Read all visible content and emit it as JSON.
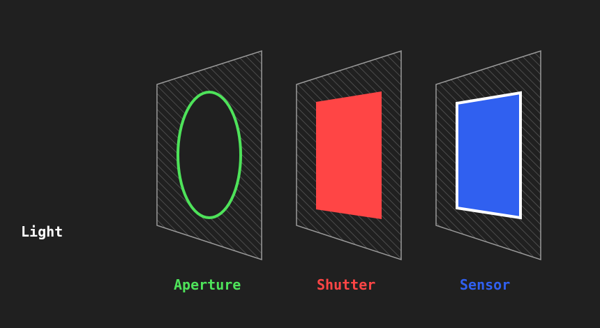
{
  "diagram": {
    "light_label": "Light",
    "stages": [
      {
        "label": "Aperture",
        "color": "#4ee35a",
        "shape": "ellipse-outline"
      },
      {
        "label": "Shutter",
        "color": "#ff4545",
        "shape": "filled-rectangle"
      },
      {
        "label": "Sensor",
        "color": "#3060f0",
        "shape": "filled-rectangle-white-border"
      }
    ],
    "panel_border_color": "#9a9a9a",
    "hatch_color": "#5a5a5a",
    "text_color": "#ffffff",
    "background": "#202020"
  }
}
